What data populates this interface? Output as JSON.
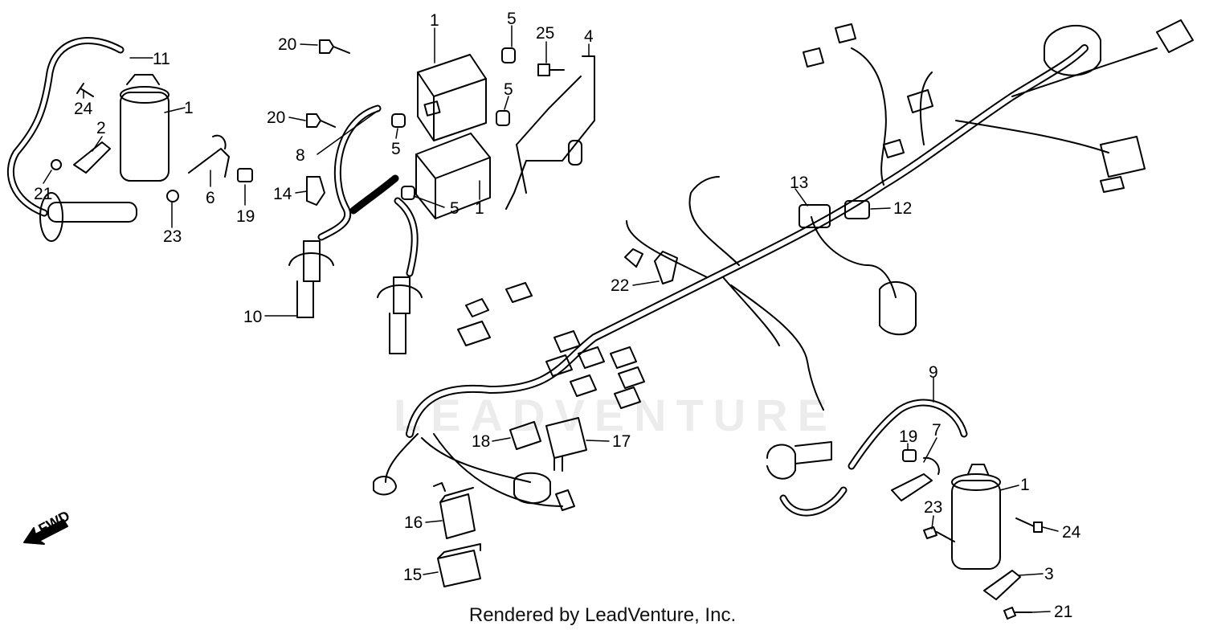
{
  "diagram": {
    "callouts": [
      {
        "id": "c1a",
        "label": "1"
      },
      {
        "id": "c1b",
        "label": "1"
      },
      {
        "id": "c1c",
        "label": "1"
      },
      {
        "id": "c1d",
        "label": "1"
      },
      {
        "id": "c2",
        "label": "2"
      },
      {
        "id": "c3",
        "label": "3"
      },
      {
        "id": "c4",
        "label": "4"
      },
      {
        "id": "c5a",
        "label": "5"
      },
      {
        "id": "c5b",
        "label": "5"
      },
      {
        "id": "c5c",
        "label": "5"
      },
      {
        "id": "c5d",
        "label": "5"
      },
      {
        "id": "c6",
        "label": "6"
      },
      {
        "id": "c7",
        "label": "7"
      },
      {
        "id": "c8",
        "label": "8"
      },
      {
        "id": "c9",
        "label": "9"
      },
      {
        "id": "c10",
        "label": "10"
      },
      {
        "id": "c11",
        "label": "11"
      },
      {
        "id": "c12",
        "label": "12"
      },
      {
        "id": "c13",
        "label": "13"
      },
      {
        "id": "c14",
        "label": "14"
      },
      {
        "id": "c15",
        "label": "15"
      },
      {
        "id": "c16",
        "label": "16"
      },
      {
        "id": "c17",
        "label": "17"
      },
      {
        "id": "c18",
        "label": "18"
      },
      {
        "id": "c19a",
        "label": "19"
      },
      {
        "id": "c19b",
        "label": "19"
      },
      {
        "id": "c20a",
        "label": "20"
      },
      {
        "id": "c20b",
        "label": "20"
      },
      {
        "id": "c21a",
        "label": "21"
      },
      {
        "id": "c21b",
        "label": "21"
      },
      {
        "id": "c22",
        "label": "22"
      },
      {
        "id": "c23a",
        "label": "23"
      },
      {
        "id": "c23b",
        "label": "23"
      },
      {
        "id": "c24a",
        "label": "24"
      },
      {
        "id": "c24b",
        "label": "24"
      },
      {
        "id": "c25",
        "label": "25"
      }
    ],
    "direction_label": "FWD",
    "watermark": "LEADVENTURE",
    "footer": "Rendered by LeadVenture, Inc."
  }
}
